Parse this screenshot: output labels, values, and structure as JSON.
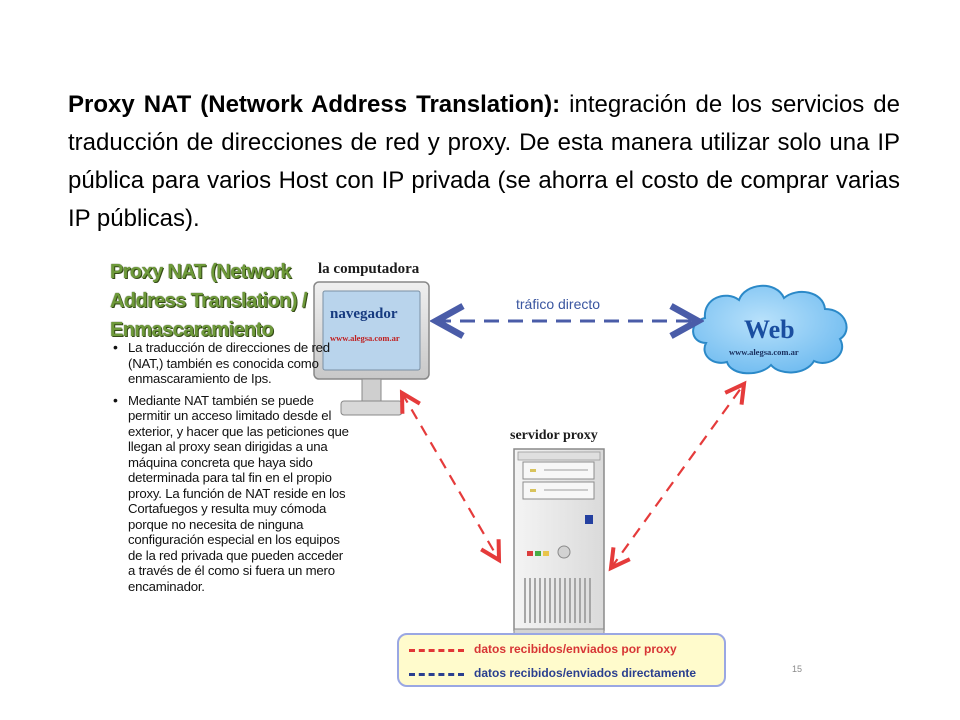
{
  "slide": {
    "intro_bold": "Proxy NAT (Network Address Translation):",
    "intro_text": " integración de los servicios de traducción de direcciones de red y proxy. De esta manera utilizar solo una IP pública para varios Host con IP privada (se ahorra el costo de comprar varias IP públicas).",
    "page_number": "15"
  },
  "sidebar": {
    "title_lines": [
      "Proxy NAT (Network",
      "Address Translation) /",
      "Enmascaramiento"
    ],
    "bullets": [
      "La traducción de direcciones de red (NAT,) también es conocida como enmascaramiento de Ips.",
      "Mediante NAT también se puede permitir un acceso limitado desde el exterior, y hacer que las peticiones que llegan al proxy sean dirigidas a una máquina concreta que haya sido determinada para tal fin en el propio proxy. La función de NAT reside en los Cortafuegos y resulta muy cómoda porque no necesita de ninguna configuración especial en los equipos de la red privada que pueden acceder a través de él como si fuera un mero encaminador."
    ]
  },
  "diagram": {
    "computer_label": "la computadora",
    "browser_label": "navegador",
    "browser_url": "www.alegsa.com.ar",
    "traffic_label": "tráfico directo",
    "web_label": "Web",
    "web_url": "www.alegsa.com.ar",
    "proxy_label": "servidor proxy",
    "legend": {
      "proxy": "datos recibidos/enviados por proxy",
      "direct": "datos recibidos/enviados directamente"
    },
    "colors": {
      "monitor_frame": "#d7d7d7",
      "monitor_screen": "#b9d4ec",
      "cloud_fill": "#7fc6f5",
      "cloud_stroke": "#2b89c8",
      "direct_line": "#4a5ca8",
      "proxy_line": "#e53b3b",
      "server_body": "#ececec",
      "legend_bg": "#fffbcc",
      "legend_border": "#9aa7e3",
      "sidebar_title": "#6e9a3a"
    }
  }
}
